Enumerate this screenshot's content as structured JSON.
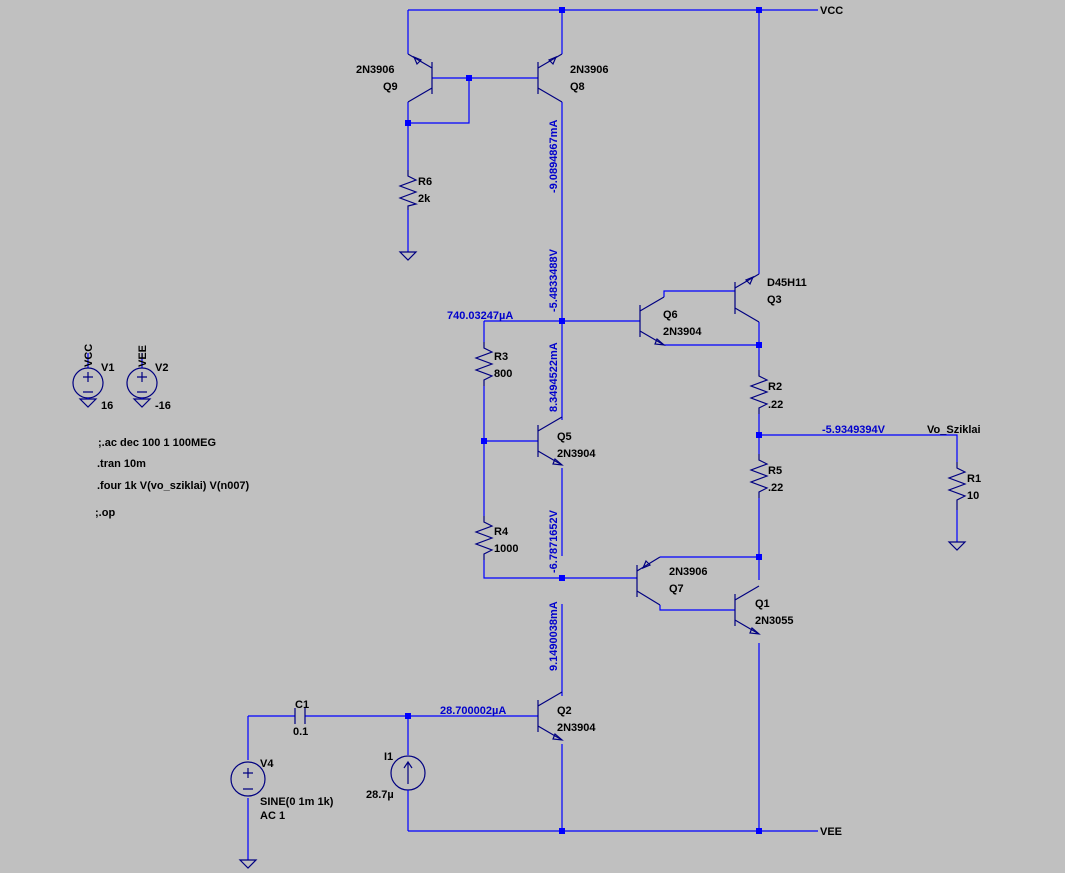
{
  "nets": {
    "vcc": "VCC",
    "vee": "VEE",
    "vo": "Vo_Sziklai"
  },
  "transistors": {
    "q9": {
      "name": "Q9",
      "model": "2N3906"
    },
    "q8": {
      "name": "Q8",
      "model": "2N3906"
    },
    "q3": {
      "name": "Q3",
      "model": "D45H11"
    },
    "q6": {
      "name": "Q6",
      "model": "2N3904"
    },
    "q5": {
      "name": "Q5",
      "model": "2N3904"
    },
    "q7": {
      "name": "Q7",
      "model": "2N3906"
    },
    "q1": {
      "name": "Q1",
      "model": "2N3055"
    },
    "q2": {
      "name": "Q2",
      "model": "2N3904"
    }
  },
  "resistors": {
    "r6": {
      "name": "R6",
      "value": "2k"
    },
    "r3": {
      "name": "R3",
      "value": "800"
    },
    "r4": {
      "name": "R4",
      "value": "1000"
    },
    "r2": {
      "name": "R2",
      "value": ".22"
    },
    "r5": {
      "name": "R5",
      "value": ".22"
    },
    "r1": {
      "name": "R1",
      "value": "10"
    }
  },
  "sources": {
    "v1": {
      "name": "V1",
      "net": "VCC",
      "value": "16"
    },
    "v2": {
      "name": "V2",
      "net": "VEE",
      "value": "-16"
    },
    "v4": {
      "name": "V4",
      "value": "SINE(0 1m 1k)",
      "ac": "AC 1"
    },
    "i1": {
      "name": "I1",
      "value": "28.7µ"
    }
  },
  "capacitor": {
    "name": "C1",
    "value": "0.1"
  },
  "directives": [
    ";.ac dec 100 1 100MEG",
    ".tran 10m",
    ".four 1k V(vo_sziklai) V(n007)",
    ";.op"
  ],
  "annotations": {
    "i_q8": "-9.0894867mA",
    "v_q8_low": "-5.4833488V",
    "i_r3_node": "740.03247µA",
    "i_q5_top": "8.3494522mA",
    "v_q5_low": "-6.7871652V",
    "i_q2_col": "9.1490038mA",
    "i_base_q2": "28.700002µA",
    "v_out": "-5.9349394V"
  }
}
